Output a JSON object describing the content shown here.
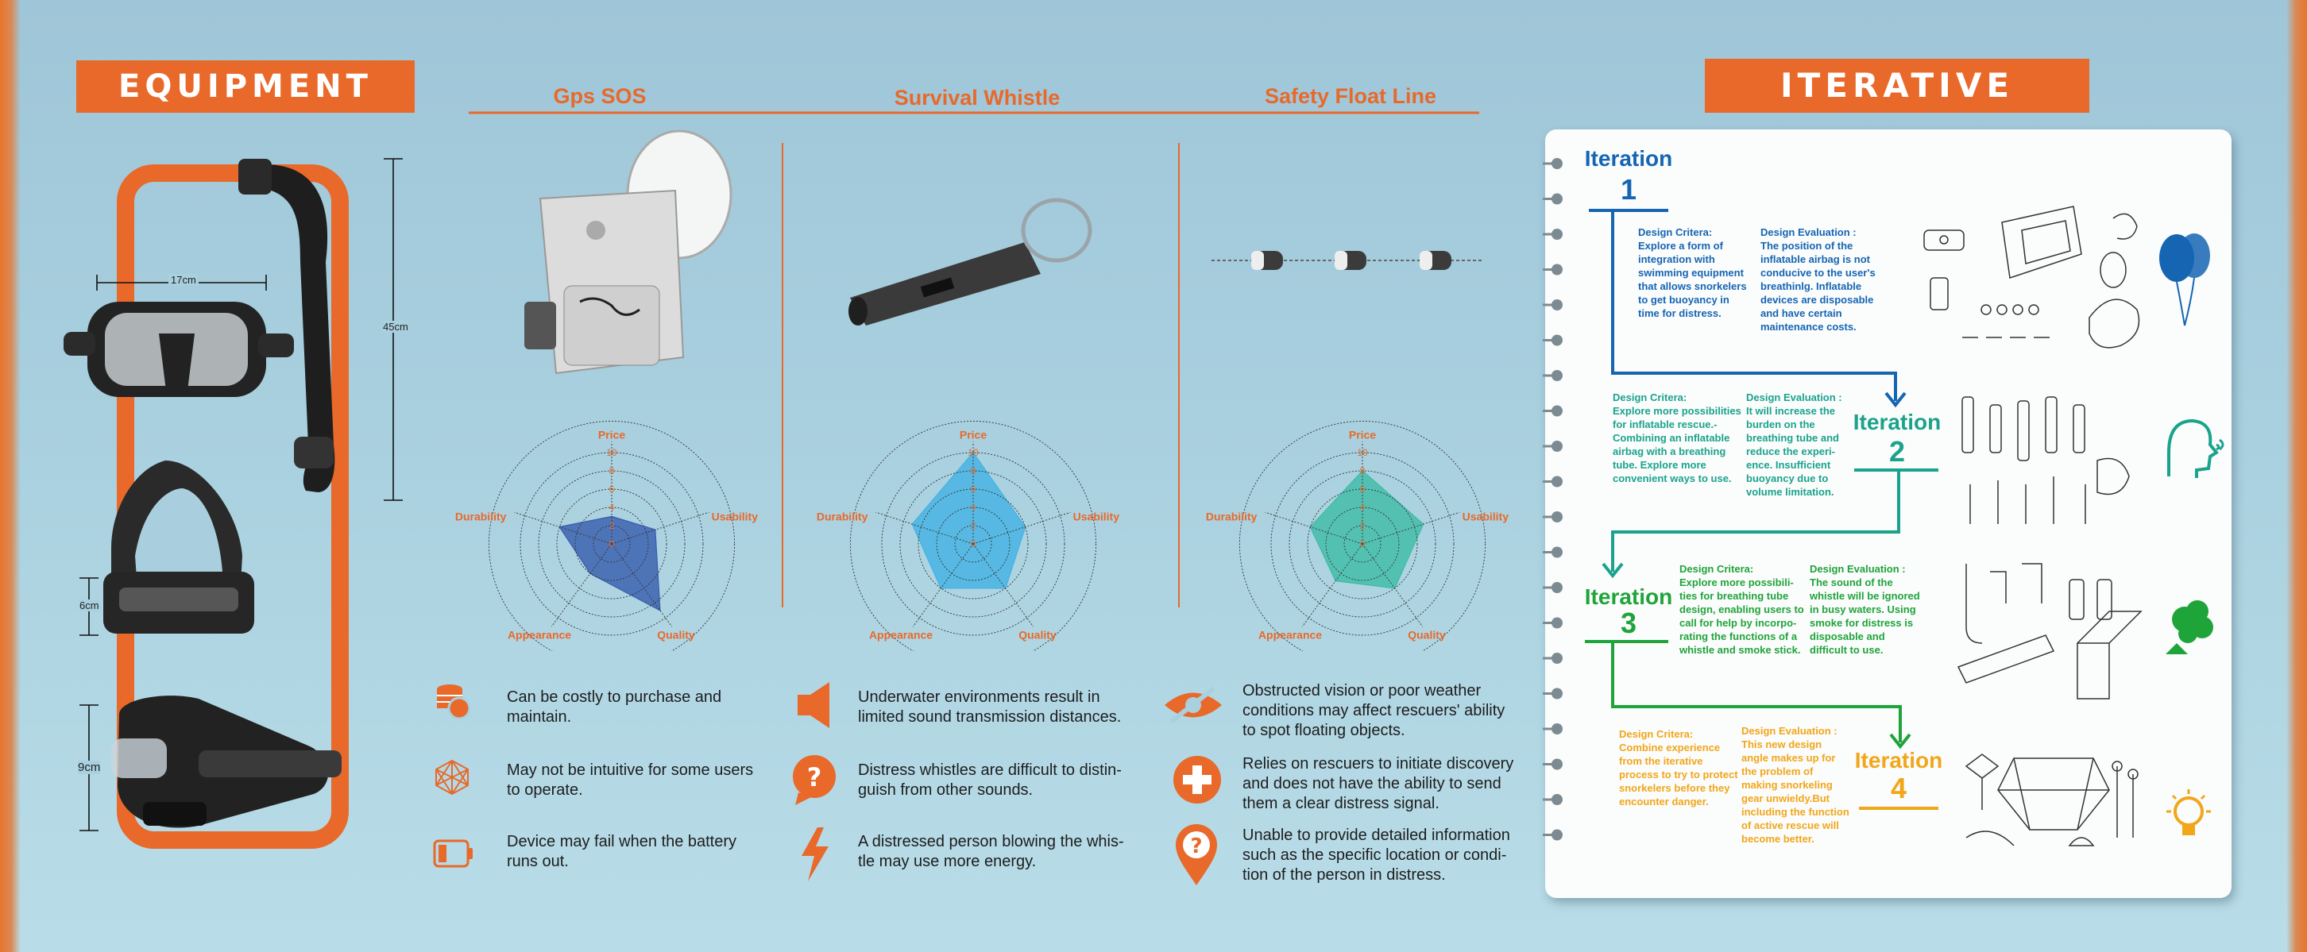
{
  "colors": {
    "orange": "#e8692a",
    "navy_blue": "#1565b3",
    "teal": "#1aa38c",
    "green": "#1fa43a",
    "yellow": "#f2a619"
  },
  "banners": {
    "equipment": "EQUIPMENT",
    "iterative": "ITERATIVE"
  },
  "products": [
    {
      "title": "Gps SOS"
    },
    {
      "title": "Survival Whistle"
    },
    {
      "title": "Safety Float Line"
    }
  ],
  "dimensions": {
    "mask_width": "17cm",
    "snorkel_height": "45cm",
    "strap_height": "6cm",
    "side_height": "9cm"
  },
  "radar_labels": {
    "price": "Price",
    "usability": "Usability",
    "quality": "Quality",
    "appearance": "Appearance",
    "durability": "Durability",
    "ticks": [
      "10",
      "8",
      "6",
      "4",
      "2",
      "0"
    ]
  },
  "chart_data": [
    {
      "type": "radar",
      "title": "",
      "axes": [
        "Price",
        "Usability",
        "Quality",
        "Appearance",
        "Durability"
      ],
      "range": [
        0,
        10
      ],
      "values": [
        3,
        5,
        9,
        4,
        6
      ],
      "fill": "#3d63b0"
    },
    {
      "type": "radar",
      "title": "",
      "axes": [
        "Price",
        "Usability",
        "Quality",
        "Appearance",
        "Durability"
      ],
      "range": [
        0,
        10
      ],
      "values": [
        10,
        6,
        6,
        6,
        7
      ],
      "fill": "#48b4e3"
    },
    {
      "type": "radar",
      "title": "",
      "axes": [
        "Price",
        "Usability",
        "Quality",
        "Appearance",
        "Durability"
      ],
      "range": [
        0,
        10
      ],
      "values": [
        8,
        7,
        6,
        5,
        6
      ],
      "fill": "#43bda9"
    }
  ],
  "issues": {
    "gps": [
      {
        "icon": "coins-icon",
        "text_lines": [
          "Can be costly to purchase and",
          "maintain."
        ]
      },
      {
        "icon": "network-icon",
        "text_lines": [
          "May not be intuitive for some users",
          "to operate."
        ]
      },
      {
        "icon": "battery-icon",
        "text_lines": [
          "Device may fail when the battery",
          "runs out."
        ]
      }
    ],
    "whistle": [
      {
        "icon": "speaker-icon",
        "text_lines": [
          "Underwater environments result in",
          "limited sound transmission distances."
        ]
      },
      {
        "icon": "question-bubble-icon",
        "text_lines": [
          "Distress whistles are difficult to distin-",
          "guish from other sounds."
        ]
      },
      {
        "icon": "lightning-icon",
        "text_lines": [
          "A distressed person blowing the whis-",
          "tle may use more energy."
        ]
      }
    ],
    "float": [
      {
        "icon": "eye-slash-icon",
        "text_lines": [
          "Obstructed vision or poor weather",
          "conditions may affect rescuers' ability",
          "to spot floating objects."
        ]
      },
      {
        "icon": "plus-circle-icon",
        "text_lines": [
          "Relies on rescuers to initiate discovery",
          "and does not have the ability to send",
          "them a clear distress signal."
        ]
      },
      {
        "icon": "location-question-icon",
        "text_lines": [
          "Unable to provide detailed information",
          "such as the specific location or condi-",
          "tion of the person in distress."
        ]
      }
    ]
  },
  "iterations": [
    {
      "title": "Iteration",
      "number": "1",
      "criteria": [
        "Design Critera:",
        "Explore a form of",
        "integration with",
        "swimming equipment",
        "that allows snorkelers",
        "to get buoyancy in",
        "time for distress."
      ],
      "evaluation": [
        "Design Evaluation :",
        "The position of the",
        "inflatable airbag is not",
        "conducive to the user's",
        "breathinlg. Inflatable",
        "devices are disposable",
        "and have certain",
        "maintenance costs."
      ],
      "icon": "balloons-icon"
    },
    {
      "title": "Iteration",
      "number": "2",
      "criteria": [
        "Design Critera:",
        "Explore more possibilities",
        "for inflatable rescue.-",
        "Combining an inflatable",
        "airbag with a breathing",
        "tube. Explore more",
        "convenient ways to use."
      ],
      "evaluation": [
        "Design Evaluation :",
        "It will increase the",
        "burden on the",
        "breathing tube and",
        "reduce the experi-",
        "ence. Insufficient",
        "buoyancy due to",
        "volume limitation."
      ],
      "icon": "breathing-head-icon"
    },
    {
      "title": "Iteration",
      "number": "3",
      "criteria": [
        "Design Critera:",
        "Explore more possibili-",
        "ties for breathing tube",
        "design, enabling users to",
        "call for help by incorpo-",
        "rating the functions of a",
        "whistle and smoke stick."
      ],
      "evaluation": [
        "Design Evaluation :",
        "The sound of the",
        "whistle will be ignored",
        "in busy waters. Using",
        "smoke for distress is",
        "disposable and",
        "difficult to use."
      ],
      "icon": "smoke-icon"
    },
    {
      "title": "Iteration",
      "number": "4",
      "criteria": [
        "Design Critera:",
        "Combine experience",
        "from the iterative",
        "process to try to protect",
        "snorkelers before they",
        "encounter danger."
      ],
      "evaluation": [
        "Design Evaluation :",
        "This new design",
        "angle makes up for",
        "the problem of",
        "making snorkeling",
        "gear unwieldy.But",
        "including the function",
        "of active rescue will",
        "become better."
      ],
      "icon": "lightbulb-icon"
    }
  ]
}
